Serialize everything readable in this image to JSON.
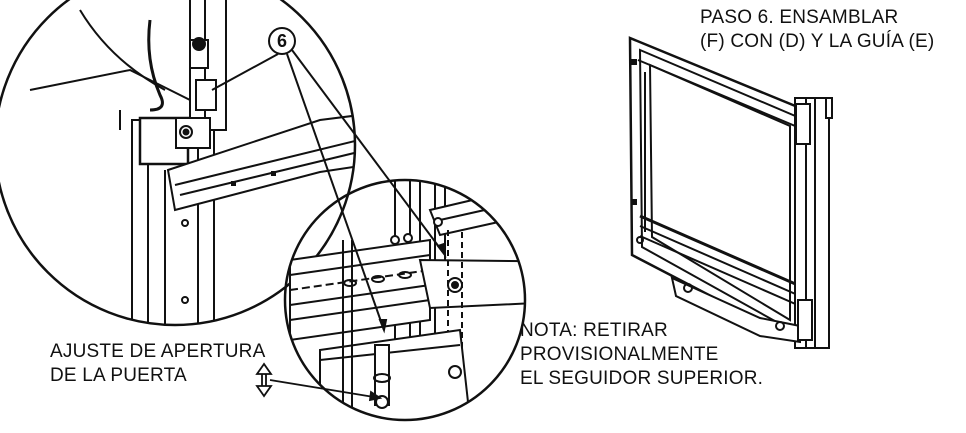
{
  "title": {
    "line1": "PASO 6. ENSAMBLAR",
    "line2": "(F) CON (D) Y LA GUÍA (E)"
  },
  "callout": {
    "number": "6"
  },
  "note": {
    "line1": "NOTA: RETIRAR",
    "line2": "PROVISIONALMENTE",
    "line3": "EL SEGUIDOR SUPERIOR."
  },
  "adjust": {
    "line1": "AJUSTE DE APERTURA",
    "line2": "DE LA PUERTA"
  }
}
